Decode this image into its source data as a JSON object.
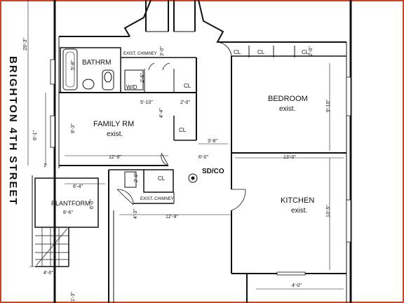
{
  "street": "BRIGHTON 4TH STREET",
  "rooms": {
    "bathroom": "BATHRM",
    "family_room": "FAMILY RM",
    "family_room_note": "exist.",
    "bedroom": "BEDROOM",
    "bedroom_note": "exist.",
    "kitchen": "KITCHEN",
    "kitchen_note": "exist.",
    "platform": "PLANTFORM",
    "closet": "CL",
    "washer_dryer": "W/D",
    "smoke_detector": "SD/CO"
  },
  "notes": {
    "chimney_upper": "EXIST. CHIMNEY",
    "chimney_lower": "EXIST. CHIMNEY"
  },
  "dims": {
    "d_29_3": "29'-3\"",
    "d_5_8": "5'-8\"",
    "d_3_0": "3'-0\"",
    "d_2_6": "2'-6\"",
    "d_2_0_top": "2'-0\"",
    "d_5_10": "5'-10\"",
    "d_2_0_mid": "2'-0\"",
    "d_4_4": "4'-4\"",
    "d_9_10": "9'-10\"",
    "d_6_1": "6'-1\"",
    "d_8_3": "8'-3\"",
    "d_3_8": "3'-8\"",
    "d_6_0_mid": "6'-0\"",
    "d_12_9_upper": "12'-9\"",
    "d_13_0": "13'-0\"",
    "d_1": "1'",
    "d_6_4": "6'-4\"",
    "d_2_0_low": "2'-0\"",
    "d_6_0_low": "6'-0\"",
    "d_8_6": "8'-6\"",
    "d_4_3": "4'-3\"",
    "d_12_9_lower": "12'-9\"",
    "d_13_5": "13'-5\"",
    "d_4_0_left": "4'-0\"",
    "d_4_0_right": "4'-0\"",
    "d_1_3": "1'-3\""
  }
}
